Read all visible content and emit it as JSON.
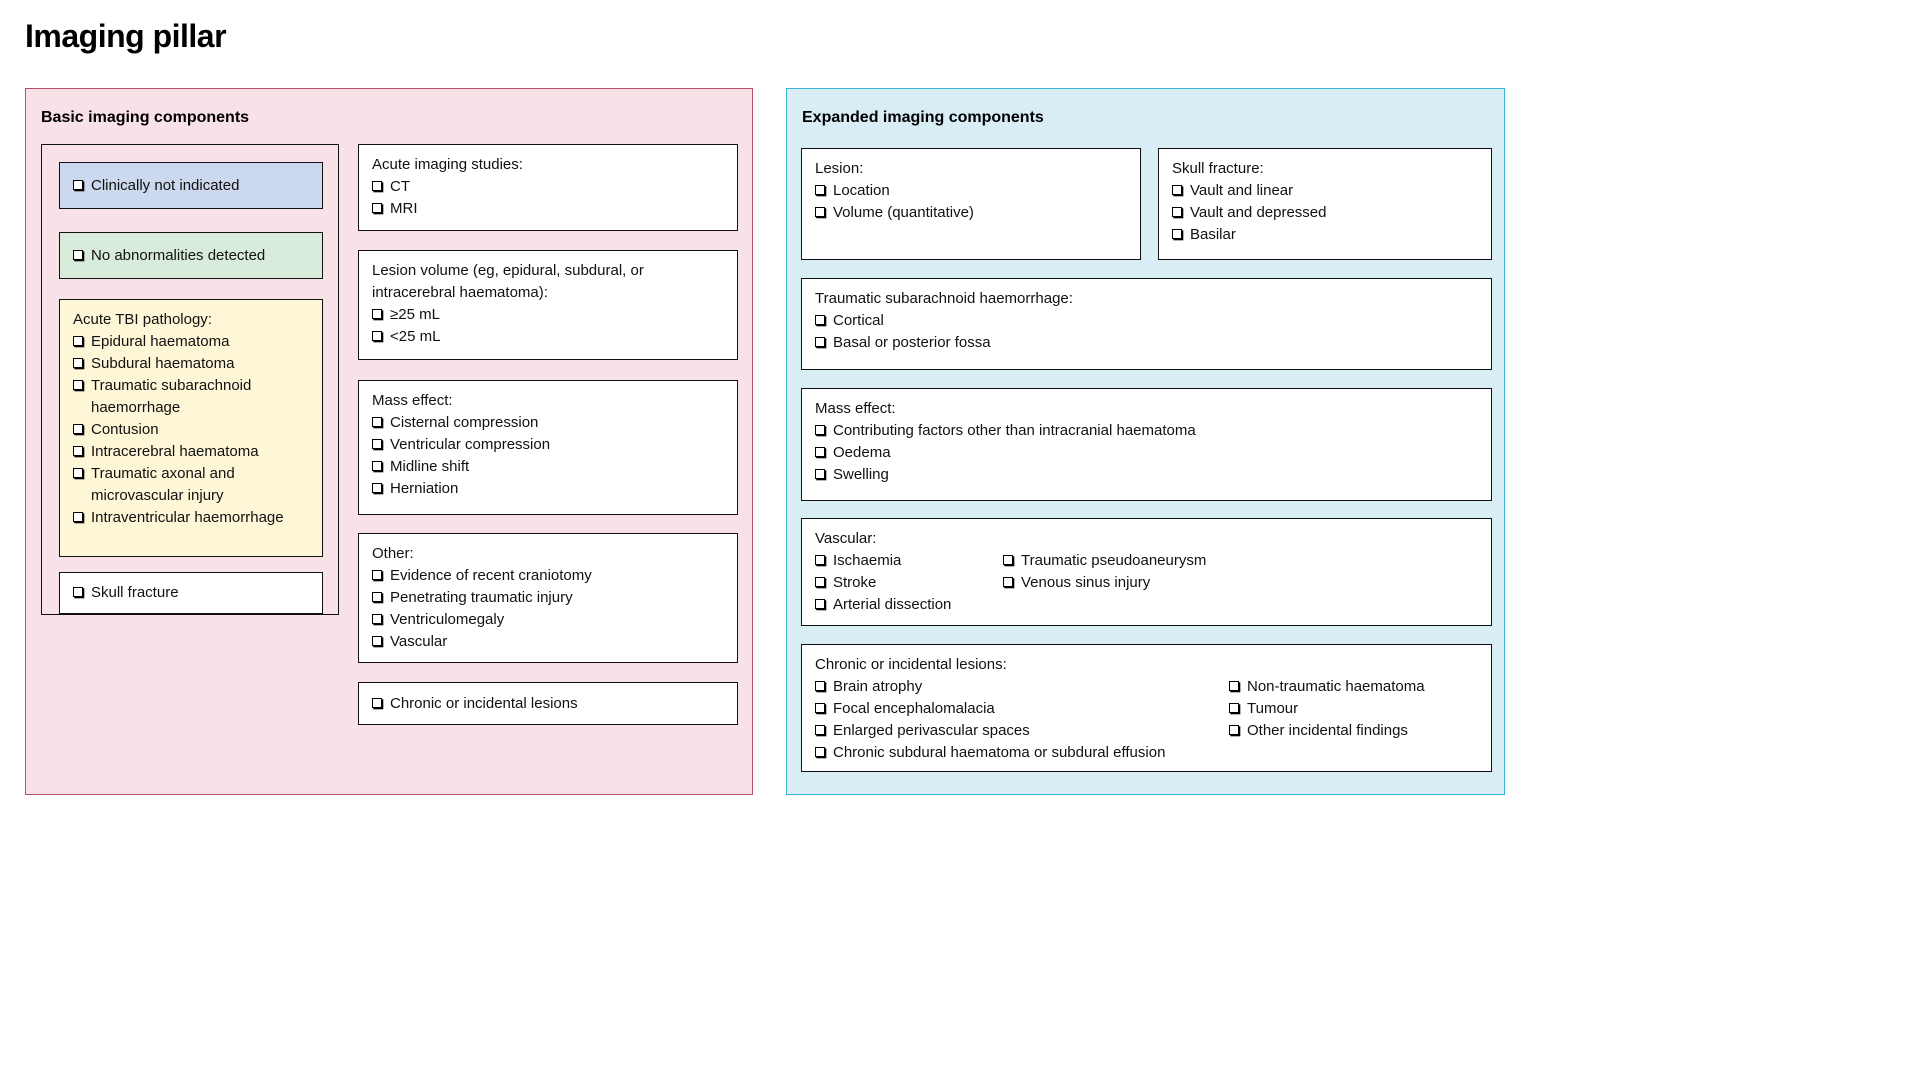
{
  "title": "Imaging pillar",
  "colors": {
    "basic_panel_bg": "#f8e2e7",
    "basic_panel_border": "#bb4d64",
    "expanded_panel_bg": "#d9edf5",
    "expanded_panel_border": "#3cb4d8",
    "clinically_not_indicated_fill": "#ccd8ee",
    "no_abnormalities_fill": "#d9ecdb",
    "acute_tbi_fill": "#fdf7d7",
    "box_border": "#111111"
  },
  "icons": {
    "checkbox": "empty-checkbox-icon"
  },
  "basic": {
    "title": "Basic imaging components",
    "clinically_not_indicated": {
      "items": [
        "Clinically not indicated"
      ]
    },
    "no_abnormalities": {
      "items": [
        "No abnormalities detected"
      ]
    },
    "acute_tbi": {
      "heading": "Acute TBI pathology:",
      "items": [
        "Epidural haematoma",
        "Subdural haematoma",
        "Traumatic subarachnoid haemorrhage",
        "Contusion",
        "Intracerebral haematoma",
        "Traumatic axonal and microvascular injury",
        "Intraventricular haemorrhage"
      ]
    },
    "skull_fracture": {
      "items": [
        "Skull fracture"
      ]
    },
    "acute_imaging": {
      "heading": "Acute imaging studies:",
      "items": [
        "CT",
        "MRI"
      ]
    },
    "lesion_volume": {
      "heading": "Lesion volume (eg, epidural, subdural, or intracerebral haematoma):",
      "items": [
        "≥25 mL",
        "<25 mL"
      ]
    },
    "mass_effect": {
      "heading": "Mass effect:",
      "items": [
        "Cisternal compression",
        "Ventricular compression",
        "Midline shift",
        "Herniation"
      ]
    },
    "other": {
      "heading": "Other:",
      "items": [
        "Evidence of recent craniotomy",
        "Penetrating traumatic injury",
        "Ventriculomegaly",
        "Vascular"
      ]
    },
    "chronic": {
      "items": [
        "Chronic or incidental lesions"
      ]
    }
  },
  "expanded": {
    "title": "Expanded imaging components",
    "lesion": {
      "heading": "Lesion:",
      "items": [
        "Location",
        "Volume (quantitative)"
      ]
    },
    "skull_fracture": {
      "heading": "Skull fracture:",
      "items": [
        "Vault and linear",
        "Vault and depressed",
        "Basilar"
      ]
    },
    "tsah": {
      "heading": "Traumatic subarachnoid haemorrhage:",
      "items": [
        "Cortical",
        "Basal or posterior fossa"
      ]
    },
    "mass_effect": {
      "heading": "Mass effect:",
      "items": [
        "Contributing factors other than intracranial haematoma",
        "Oedema",
        "Swelling"
      ]
    },
    "vascular": {
      "heading": "Vascular:",
      "col1": [
        "Ischaemia",
        "Stroke",
        "Arterial dissection"
      ],
      "col2": [
        "Traumatic pseudoaneurysm",
        "Venous sinus injury"
      ]
    },
    "chronic": {
      "heading": "Chronic or incidental lesions:",
      "col1": [
        "Brain atrophy",
        "Focal encephalomalacia",
        "Enlarged perivascular spaces",
        "Chronic subdural haematoma or subdural effusion"
      ],
      "col2": [
        "Non-traumatic haematoma",
        "Tumour",
        "Other incidental findings"
      ]
    }
  }
}
